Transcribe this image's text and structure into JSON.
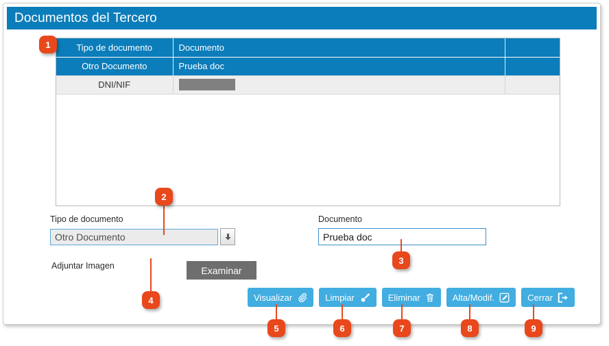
{
  "window": {
    "title": "Documentos del Tercero"
  },
  "grid": {
    "columns": [
      "Tipo de documento",
      "Documento",
      ""
    ],
    "rows": [
      {
        "tipo": "Otro Documento",
        "documento": "Prueba doc",
        "extra": "",
        "state": "selected"
      },
      {
        "tipo": "DNI/NIF",
        "documento": "",
        "extra": "",
        "state": "alternate",
        "redacted": true
      }
    ]
  },
  "form": {
    "tipo_label": "Tipo de documento",
    "tipo_value": "Otro Documento",
    "dropdown_icon": "arrow-down-icon",
    "documento_label": "Documento",
    "documento_value": "Prueba doc",
    "adjuntar_label": "Adjuntar Imagen",
    "examinar_label": "Examinar"
  },
  "actions": [
    {
      "label": "Visualizar",
      "icon": "paperclip-icon"
    },
    {
      "label": "Limpiar",
      "icon": "paintbrush-icon"
    },
    {
      "label": "Eliminar",
      "icon": "trash-icon"
    },
    {
      "label": "Alta/Modif.",
      "icon": "edit-square-icon"
    },
    {
      "label": "Cerrar",
      "icon": "sign-out-icon"
    }
  ],
  "callouts": [
    {
      "number": "1"
    },
    {
      "number": "2"
    },
    {
      "number": "3"
    },
    {
      "number": "4"
    },
    {
      "number": "5"
    },
    {
      "number": "6"
    },
    {
      "number": "7"
    },
    {
      "number": "8"
    },
    {
      "number": "9"
    }
  ],
  "colors": {
    "brand_blue": "#0b7dba",
    "button_blue": "#41ade0",
    "callout_orange": "#e8481c",
    "gray_button": "#6e6e6e",
    "redacted_gray": "#808080"
  }
}
